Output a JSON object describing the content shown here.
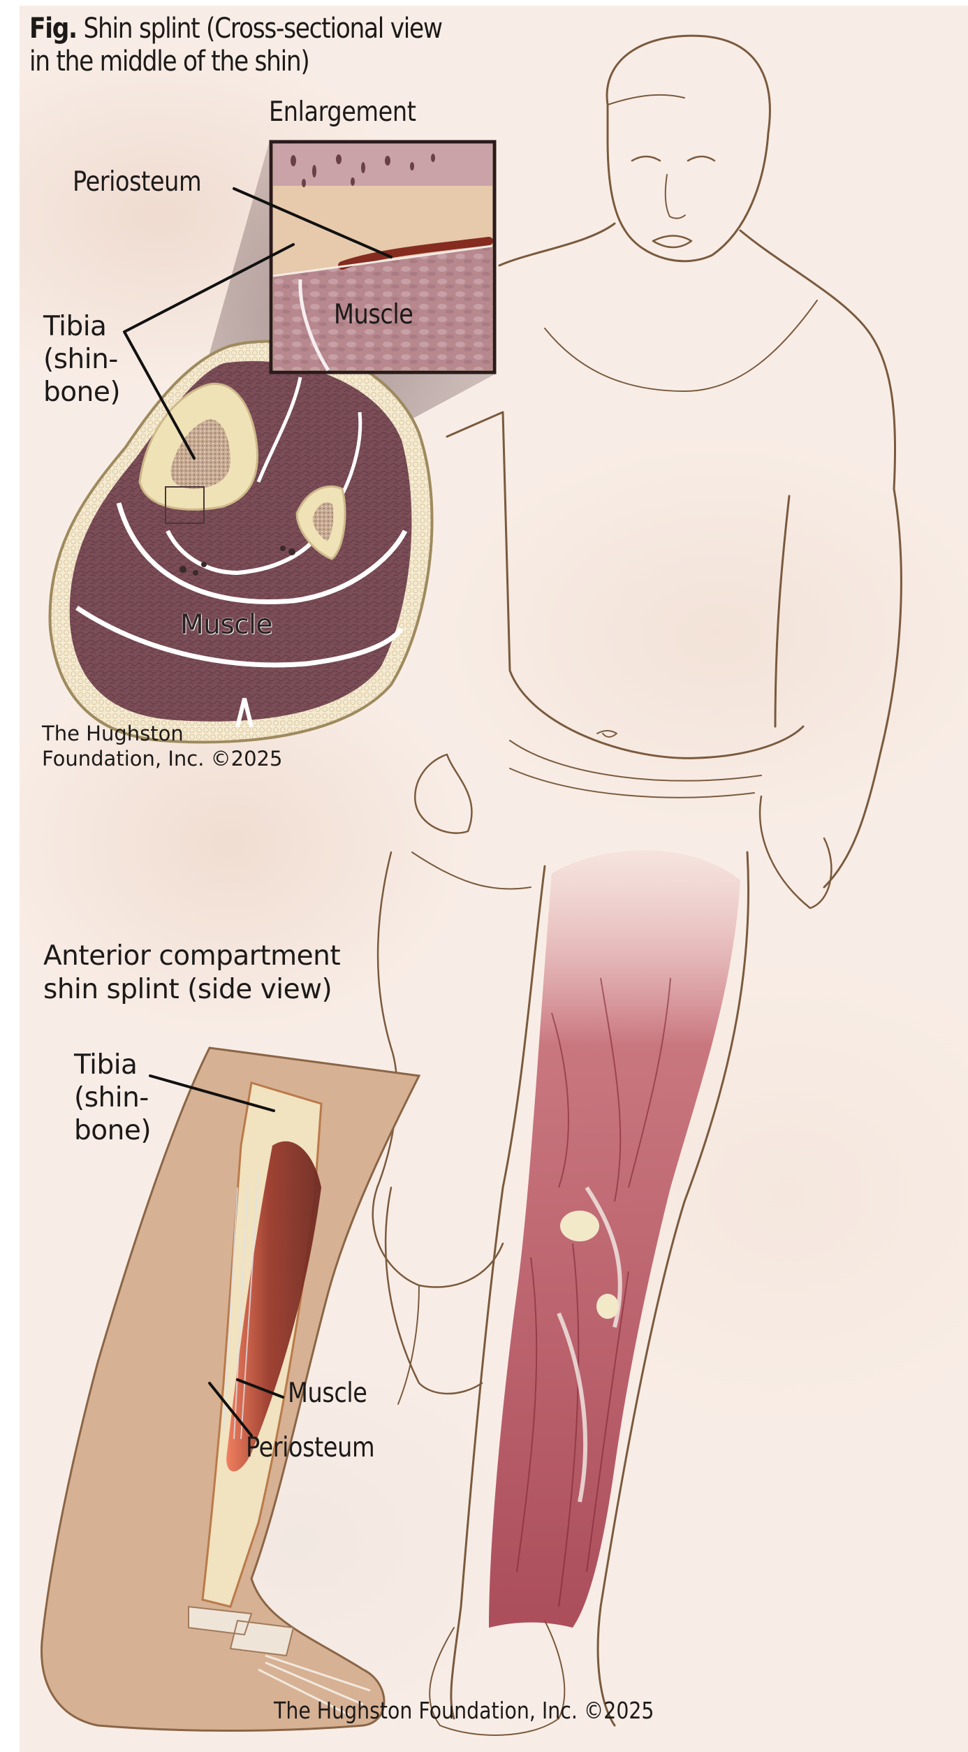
{
  "figure": {
    "title_prefix": "Fig.",
    "title_line1": " Shin splint (Cross-sectional view",
    "title_line2": "in the middle of the shin)"
  },
  "cross_section": {
    "enlargement_label": "Enlargement",
    "enlargement_labels": {
      "periosteum": "Periosteum",
      "muscle": "Muscle"
    },
    "labels": {
      "tibia_line1": "Tibia",
      "tibia_line2": "(shin-",
      "tibia_line3": "bone)",
      "muscle": "Muscle"
    },
    "copyright_line1": "The Hughston",
    "copyright_line2": "Foundation, Inc. ©2025"
  },
  "side_view": {
    "title_line1": "Anterior compartment",
    "title_line2": "shin splint (side view)",
    "labels": {
      "tibia_line1": "Tibia",
      "tibia_line2": "(shin-",
      "tibia_line3": "bone)",
      "muscle": "Muscle",
      "periosteum": "Periosteum"
    }
  },
  "footer": {
    "copyright": "The Hughston Foundation, Inc. ©2025"
  },
  "colors": {
    "background": "#f8ede6",
    "muscle_dark": "#7a4a55",
    "muscle_enlarged": "#b98a94",
    "bone": "#efe2b6",
    "periosteum_inflamed": "#8a1f12",
    "outline_sketch": "#7a5a3e",
    "leg_muscle": "#b8525e",
    "skin_side_view": "#d8b499"
  }
}
